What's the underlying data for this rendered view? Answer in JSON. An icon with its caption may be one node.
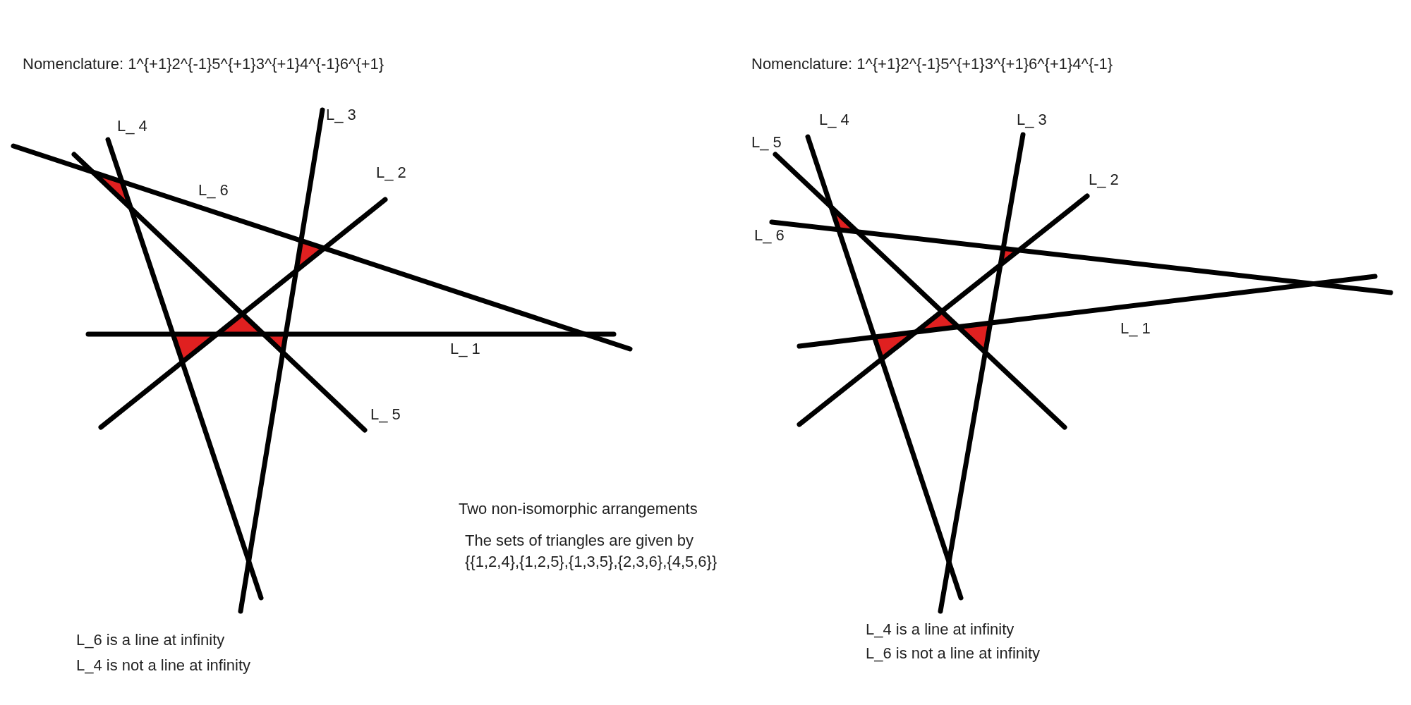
{
  "diagram": {
    "labels": [
      "Nomenclature: 1^{+1}2^{-1}5^{+1}3^{+1}4^{-1}6^{+1}",
      "Nomenclature: 1^{+1}2^{-1}5^{+1}3^{+1}6^{+1}4^{-1}",
      "L_ 4",
      "L_ 3",
      "L_ 4",
      "L_ 3",
      "L_ 5",
      "L_ 2",
      "L_ 2",
      "L_ 6",
      "L_ 6",
      "L_ 1",
      "L_ 1",
      "L_ 5",
      "Two non-isomorphic arrangements",
      "The sets of triangles are given by",
      "{{1,2,4},{1,2,5},{1,3,5},{2,3,6},{4,5,6}}",
      "L_4 is a line at infinity",
      "L_6 is not a line at infinity",
      "L_6 is a line at infinity",
      "L_4 is not a line at infinity"
    ]
  }
}
